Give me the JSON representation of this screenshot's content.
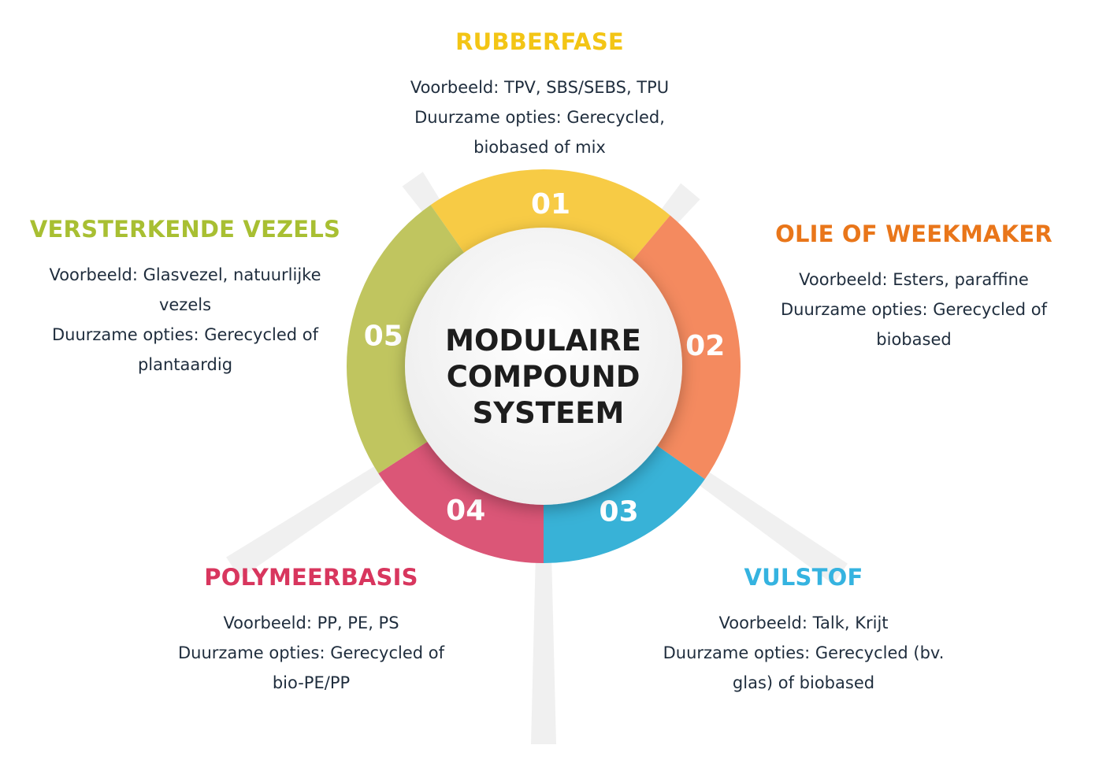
{
  "center": {
    "lines": [
      "MODULAIRE",
      "COMPOUND",
      "SYSTEEM"
    ]
  },
  "segments": [
    {
      "number": "01",
      "title": "RUBBERFASE",
      "color": "#f7cb45",
      "title_color": "#f3c515",
      "lines": [
        "Voorbeeld: TPV, SBS/SEBS, TPU",
        "Duurzame opties: Gerecycled,",
        "biobased of mix"
      ]
    },
    {
      "number": "02",
      "title": "OLIE OF WEEKMAKER",
      "color": "#f48a5f",
      "title_color": "#e9761a",
      "lines": [
        "Voorbeeld: Esters, paraffine",
        "Duurzame opties: Gerecycled of",
        "biobased"
      ]
    },
    {
      "number": "03",
      "title": "VULSTOF",
      "color": "#38b2d7",
      "title_color": "#35b3e0",
      "lines": [
        "Voorbeeld: Talk, Krijt",
        "Duurzame opties: Gerecycled (bv.",
        "glas) of biobased"
      ]
    },
    {
      "number": "04",
      "title": "POLYMEERBASIS",
      "color": "#db5677",
      "title_color": "#d8365e",
      "lines": [
        "Voorbeeld: PP, PE, PS",
        "Duurzame opties: Gerecycled of",
        "bio-PE/PP"
      ]
    },
    {
      "number": "05",
      "title": "VERSTERKENDE VEZELS",
      "color": "#c0c55f",
      "title_color": "#a8bf32",
      "lines": [
        "Voorbeeld: Glasvezel, natuurlijke",
        "vezels",
        "Duurzame opties: Gerecycled of",
        "plantaardig"
      ]
    }
  ]
}
